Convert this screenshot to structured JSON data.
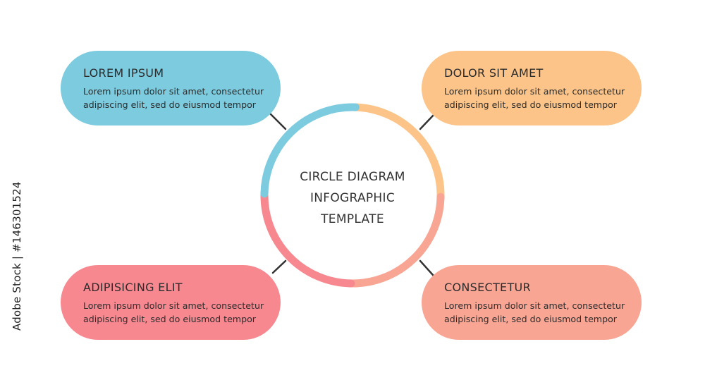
{
  "center": {
    "lines": [
      "CIRCLE DIAGRAM",
      "INFOGRAPHIC",
      "TEMPLATE"
    ]
  },
  "cards": {
    "top_left": {
      "title": "LOREM IPSUM",
      "text": [
        "Lorem ipsum dolor sit amet, consectetur",
        "adipiscing elit, sed do eiusmod tempor"
      ],
      "color": "#7ccbdf"
    },
    "top_right": {
      "title": "DOLOR SIT AMET",
      "text": [
        "Lorem ipsum dolor sit amet, consectetur",
        "adipiscing elit, sed do eiusmod tempor"
      ],
      "color": "#fcc488"
    },
    "bottom_left": {
      "title": "ADIPISICING ELIT",
      "text": [
        "Lorem ipsum dolor sit amet, consectetur",
        "adipiscing elit, sed do eiusmod tempor"
      ],
      "color": "#f78890"
    },
    "bottom_right": {
      "title": "CONSECTETUR",
      "text": [
        "Lorem ipsum dolor sit amet, consectetur",
        "adipiscing elit, sed do eiusmod tempor"
      ],
      "color": "#f8a594"
    }
  },
  "ring": {
    "segments": [
      {
        "color": "#7ccbdf"
      },
      {
        "color": "#fcc488"
      },
      {
        "color": "#f8a594"
      },
      {
        "color": "#f78890"
      }
    ]
  },
  "connector_color": "#333333",
  "watermark": "Adobe Stock | #146301524"
}
